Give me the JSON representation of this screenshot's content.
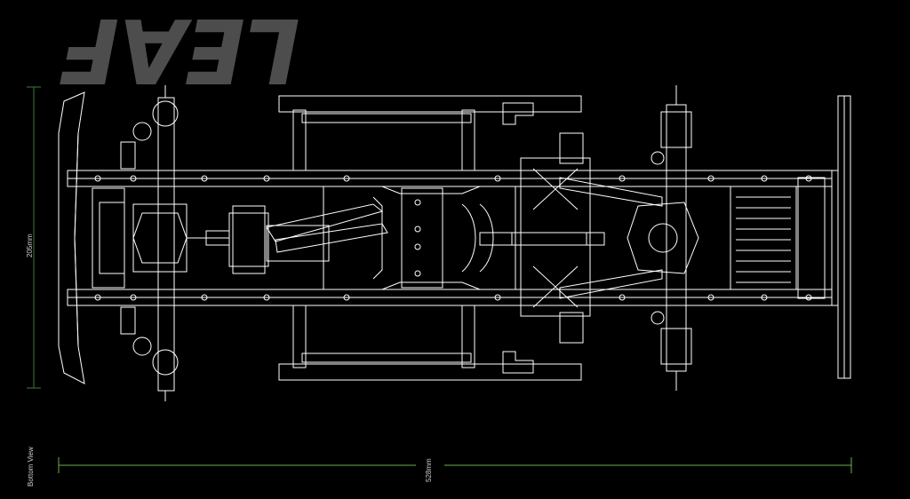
{
  "logo_text": "LEAF",
  "dimensions": {
    "height_label": "205mm",
    "length_label": "528mm"
  },
  "view_label": "Bottom View",
  "colors": {
    "background": "#000000",
    "linework": "#ffffff",
    "logo": "#4d4d4d",
    "dimension_line": "#3f7a3a",
    "dimension_line_bottom": "#6ab04c"
  }
}
